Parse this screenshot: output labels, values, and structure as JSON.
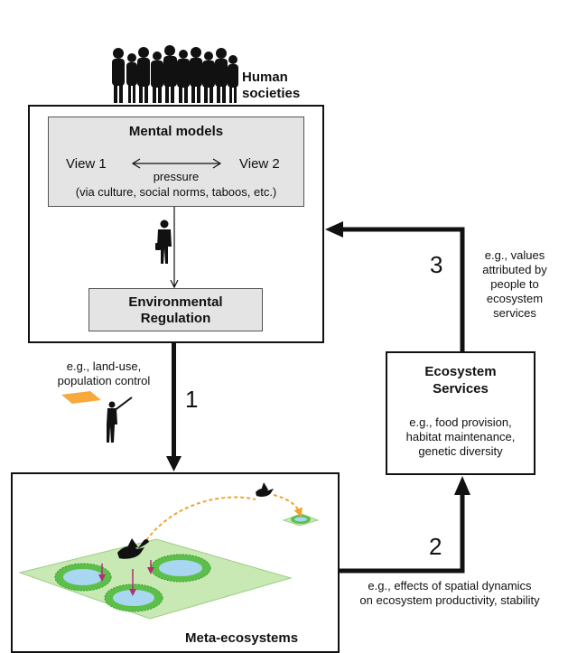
{
  "human_societies": "Human\nsocieties",
  "mental_models": {
    "title": "Mental models",
    "view1": "View 1",
    "view2": "View 2",
    "pressure": "pressure",
    "via": "(via culture, social norms, taboos, etc.)"
  },
  "environmental_regulation": "Environmental\nRegulation",
  "arrow1": {
    "number": "1",
    "label": "e.g., land-use,\npopulation control"
  },
  "arrow2": {
    "number": "2",
    "label": "e.g., effects of spatial dynamics\non ecosystem productivity, stability"
  },
  "arrow3": {
    "number": "3",
    "label": "e.g., values\nattributed by\npeople to\necosystem\nservices"
  },
  "ecosystem_services": {
    "title": "Ecosystem\nServices",
    "examples": "e.g., food provision,\nhabitat maintenance,\ngenetic diversity"
  },
  "meta_ecosystems": "Meta-ecosystems",
  "colors": {
    "grey_box": "#e4e4e4",
    "patch_green": "#c8e8b4",
    "patch_ring": "#5cbf4a",
    "water": "#a9d6f0",
    "dispersal": "#f0a330",
    "arrow_magenta": "#b03070",
    "field_orange": "#f7a93b"
  },
  "icons": [
    "crowd-silhouette-icon",
    "businessman-icon",
    "hunter-icon",
    "goose-icon"
  ]
}
